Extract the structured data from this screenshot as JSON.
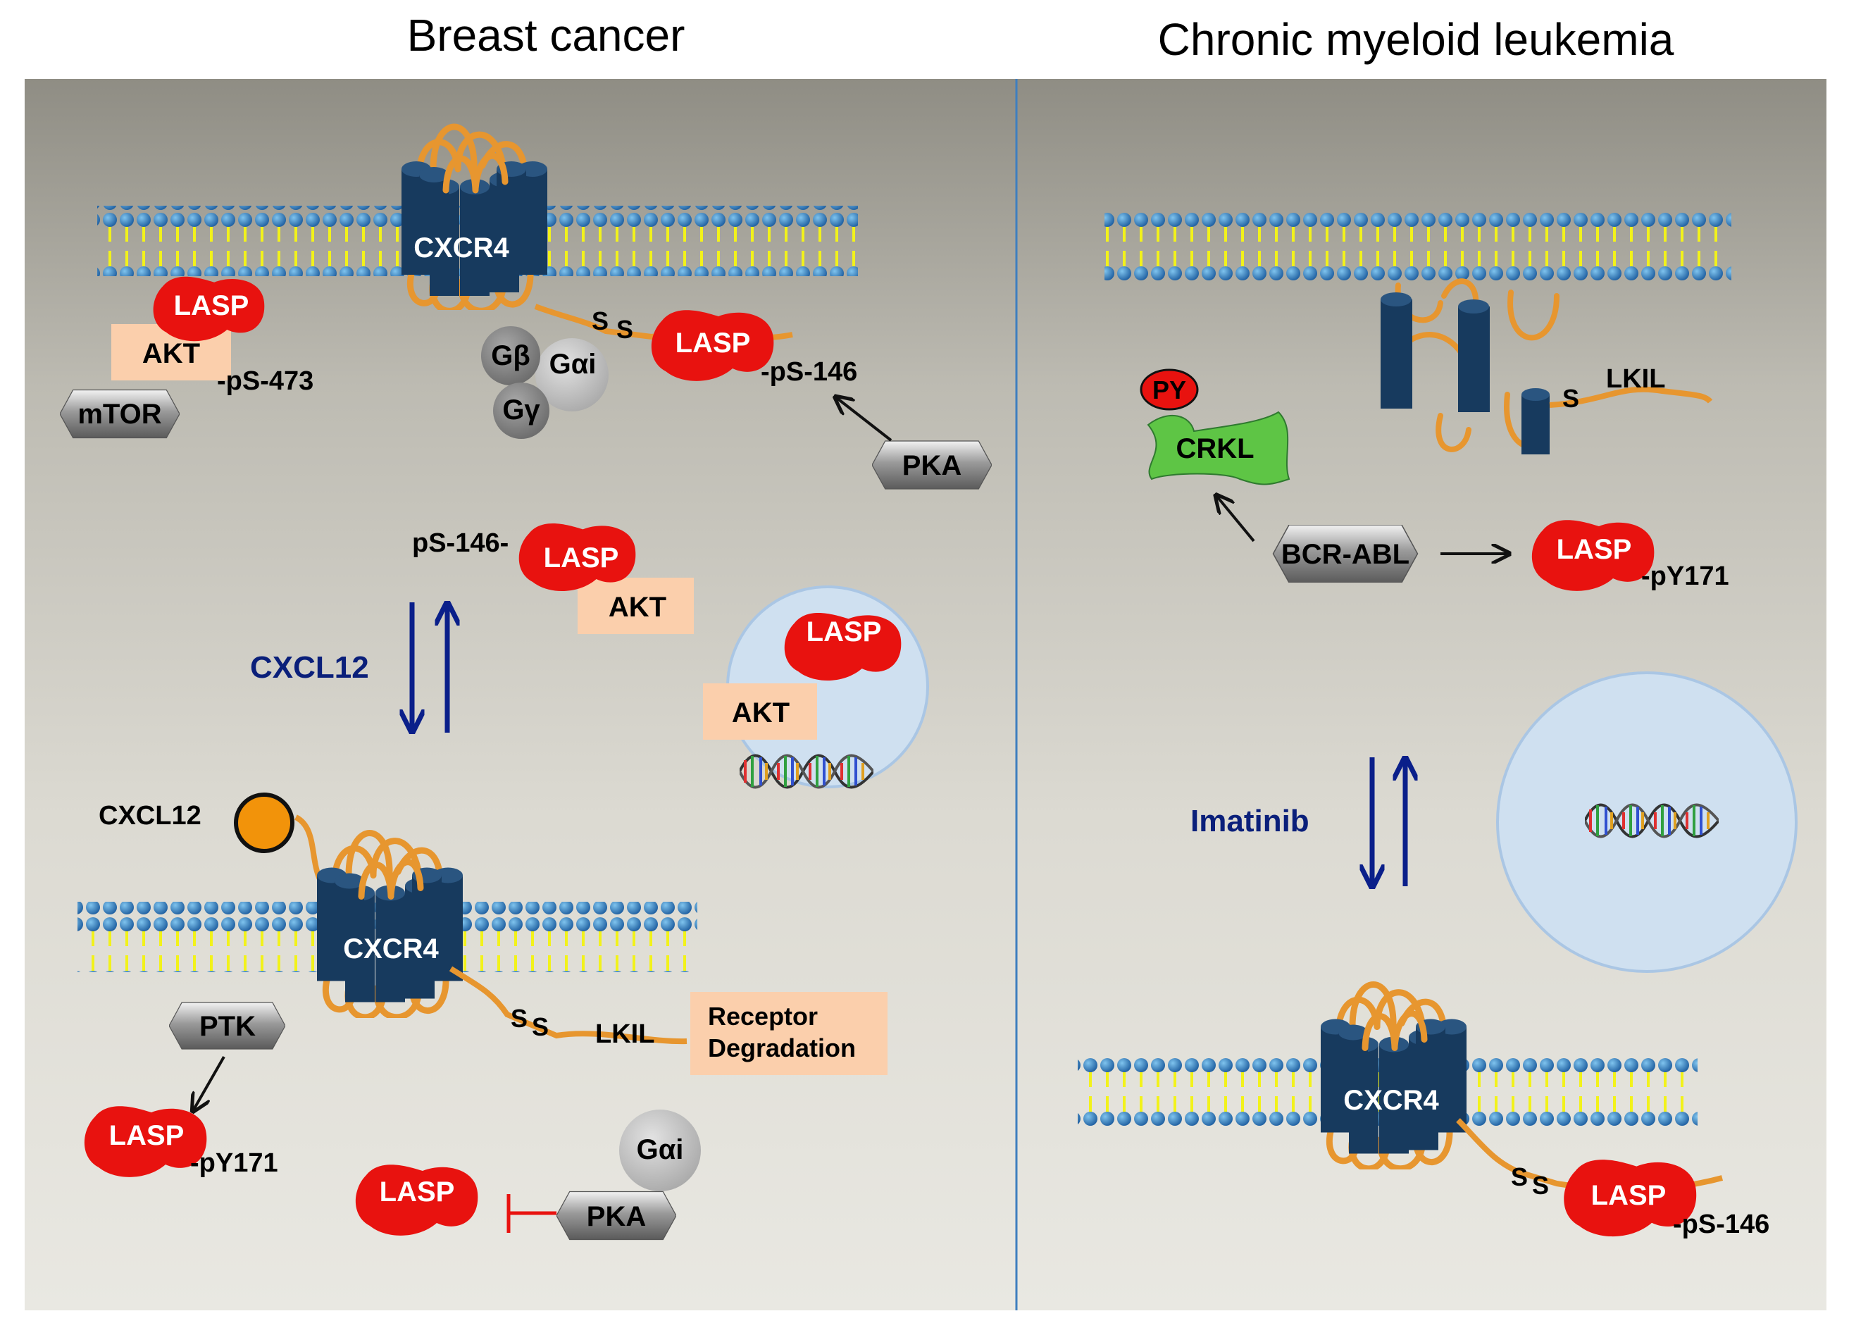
{
  "panels": {
    "left_title": "Breast cancer",
    "right_title": "Chronic myeloid leukemia"
  },
  "labels": {
    "cxcr4": "CXCR4",
    "lasp": "LASP",
    "akt": "AKT",
    "mtor": "mTOR",
    "pka": "PKA",
    "ptk": "PTK",
    "gbeta": "Gβ",
    "ggamma": "Gγ",
    "galpha_i": "Gαi",
    "ps473": "-pS-473",
    "ps146_right": "-pS-146",
    "ps146_left": "pS-146-",
    "py171": "-pY171",
    "cxcl12": "CXCL12",
    "s": "S",
    "lkil": "LKIL",
    "receptor_line1": "Receptor",
    "receptor_line2": "Degradation",
    "imatinib": "Imatinib",
    "crkl": "CRKL",
    "py": "PY",
    "bcr_abl": "BCR-ABL"
  },
  "colors": {
    "lasp": "#e8120f",
    "akt_box": "#fbcfac",
    "receptor": "#173a5e",
    "loop": "#e7962f",
    "lipid_head": "#2f7fc0",
    "lipid_tail": "#f2f21a",
    "nucleus": "#cfe0f0",
    "arrow_blue": "#0a1f8a",
    "inhibit_red": "#e8120f",
    "crkl": "#5ec545",
    "divider": "#3f7fbf"
  },
  "icons": [
    "dna-icon",
    "receptor-icon",
    "hexagon-icon",
    "lipid-bilayer-icon"
  ]
}
